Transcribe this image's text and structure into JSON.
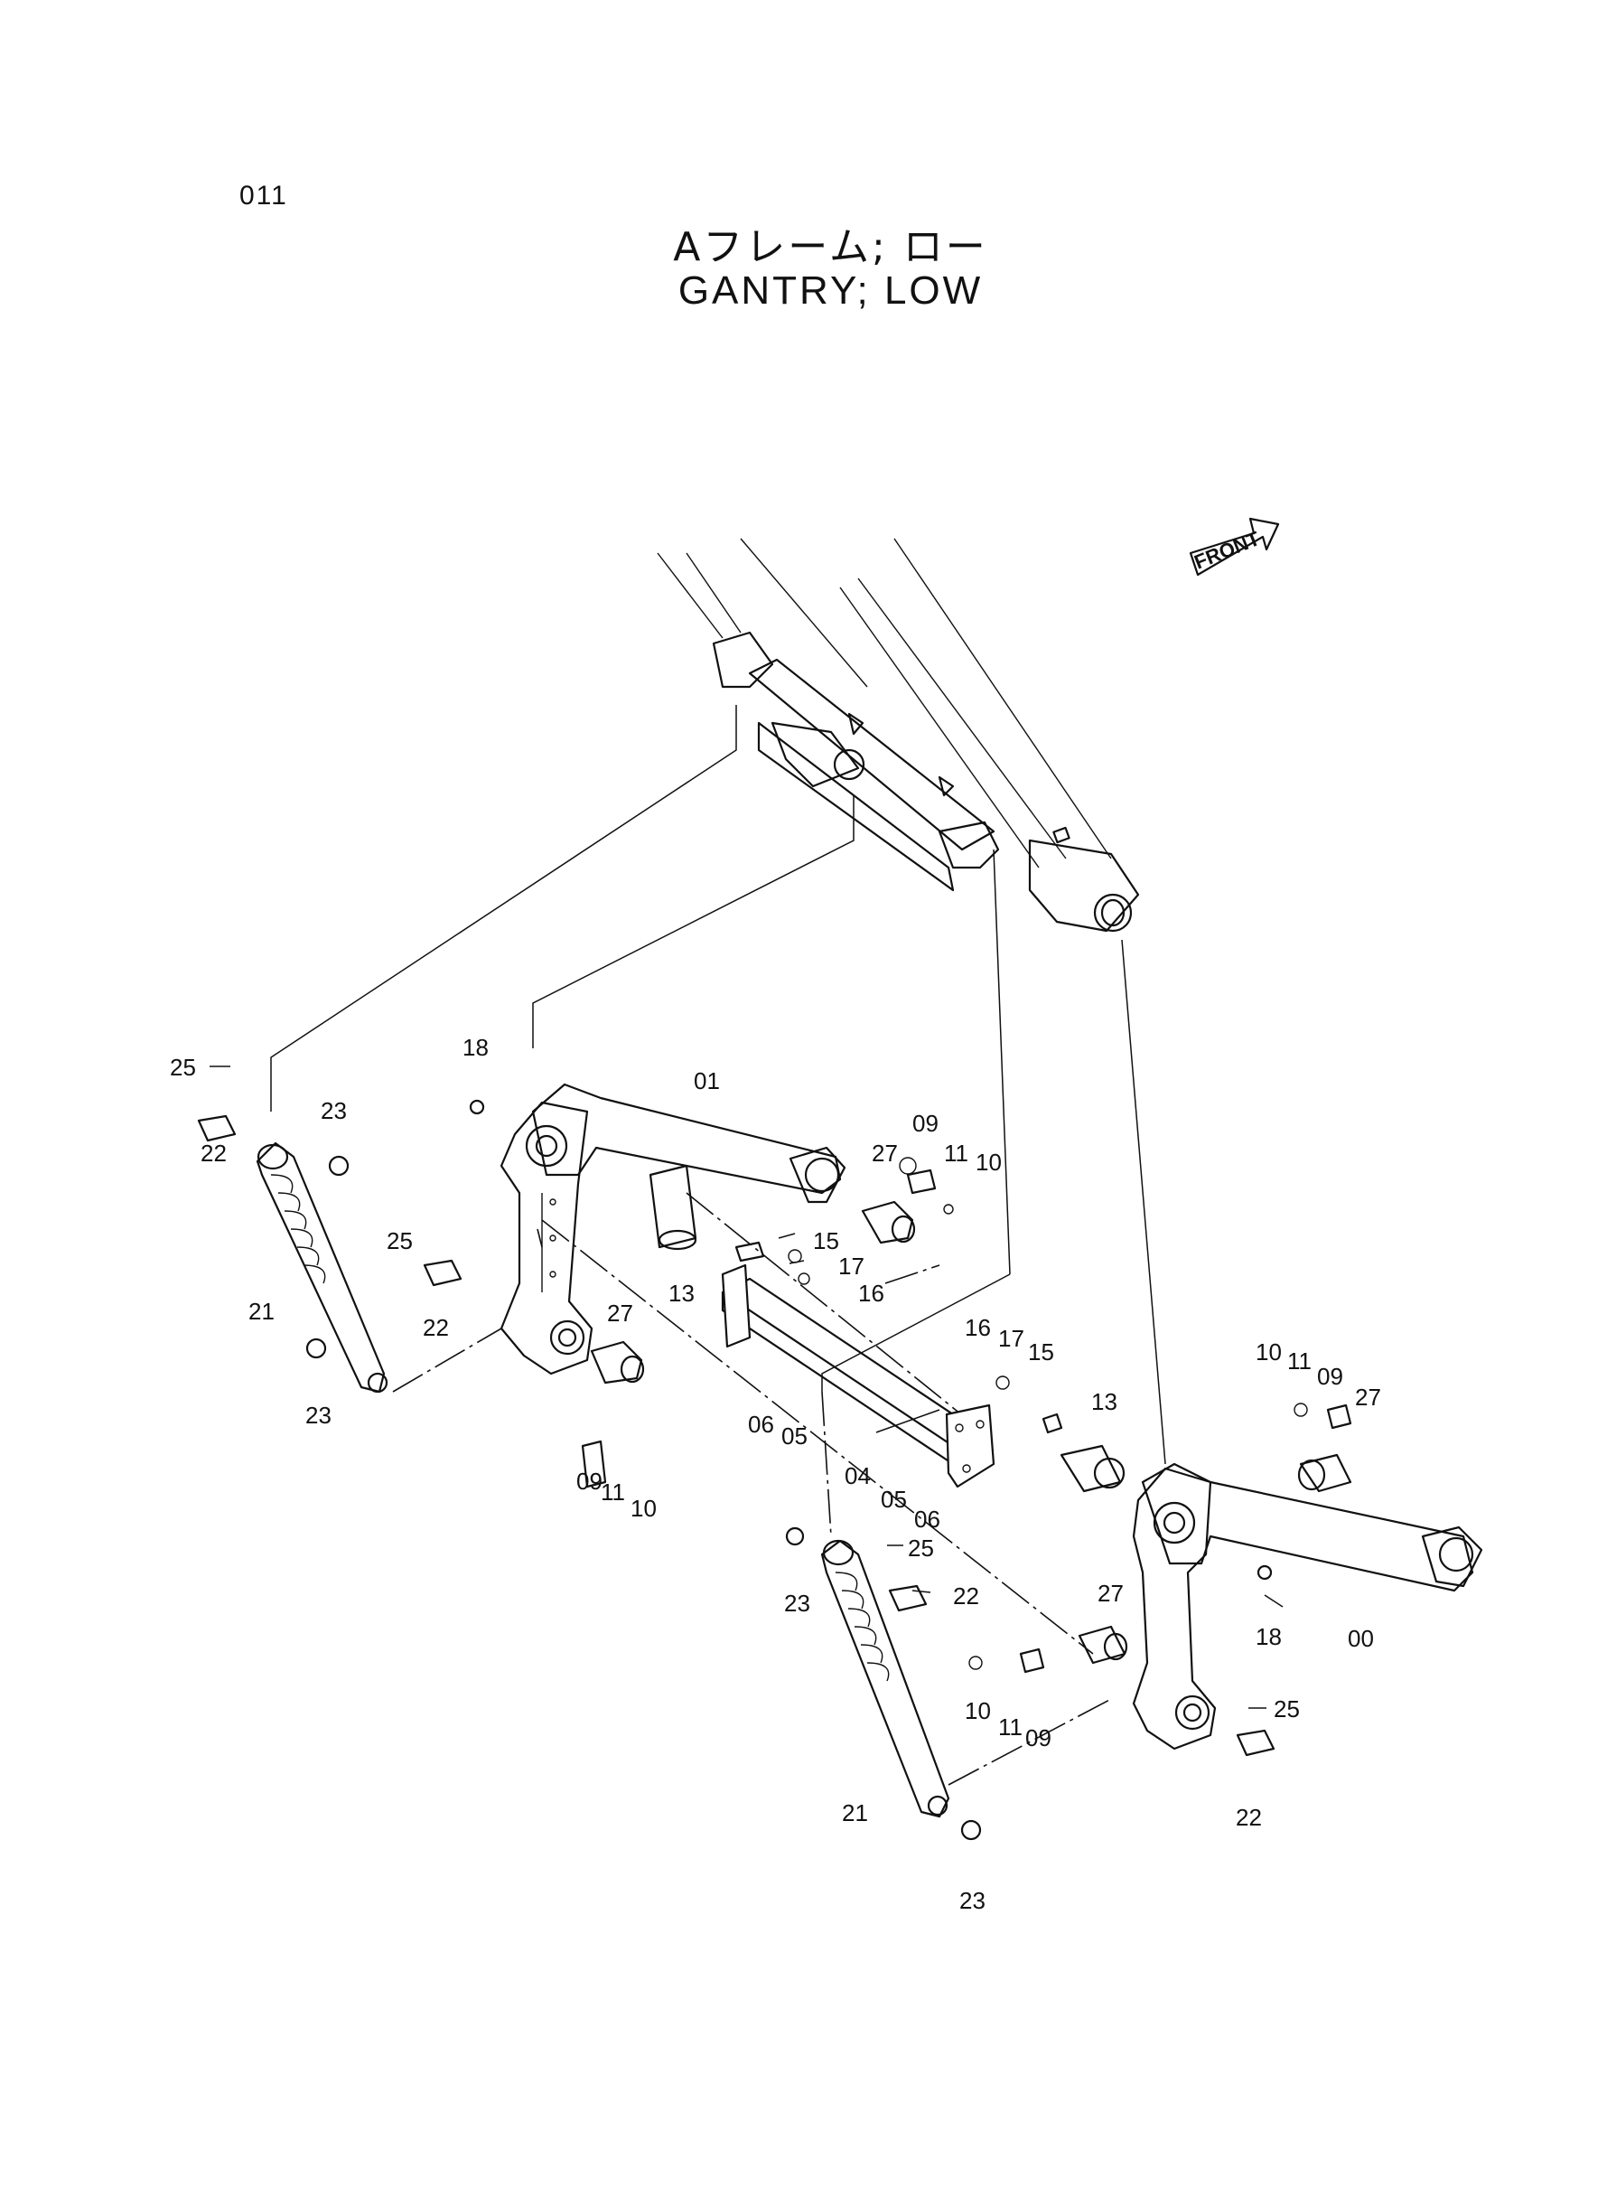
{
  "page_number": "011",
  "title_jp": "Aフレーム; ロー",
  "title_en": "GANTRY; LOW",
  "front_label": "FRONT",
  "callouts": [
    {
      "label": "25"
    },
    {
      "label": "22"
    },
    {
      "label": "23"
    },
    {
      "label": "21"
    },
    {
      "label": "23"
    },
    {
      "label": "18"
    },
    {
      "label": "01"
    },
    {
      "label": "27"
    },
    {
      "label": "09"
    },
    {
      "label": "11"
    },
    {
      "label": "10"
    },
    {
      "label": "25"
    },
    {
      "label": "22"
    },
    {
      "label": "15"
    },
    {
      "label": "17"
    },
    {
      "label": "16"
    },
    {
      "label": "13"
    },
    {
      "label": "27"
    },
    {
      "label": "09"
    },
    {
      "label": "11"
    },
    {
      "label": "10"
    },
    {
      "label": "06"
    },
    {
      "label": "05"
    },
    {
      "label": "04"
    },
    {
      "label": "05"
    },
    {
      "label": "06"
    },
    {
      "label": "16"
    },
    {
      "label": "17"
    },
    {
      "label": "15"
    },
    {
      "label": "13"
    },
    {
      "label": "10"
    },
    {
      "label": "11"
    },
    {
      "label": "09"
    },
    {
      "label": "27"
    },
    {
      "label": "18"
    },
    {
      "label": "00"
    },
    {
      "label": "25"
    },
    {
      "label": "23"
    },
    {
      "label": "22"
    },
    {
      "label": "27"
    },
    {
      "label": "10"
    },
    {
      "label": "11"
    },
    {
      "label": "09"
    },
    {
      "label": "21"
    },
    {
      "label": "25"
    },
    {
      "label": "22"
    },
    {
      "label": "23"
    }
  ]
}
